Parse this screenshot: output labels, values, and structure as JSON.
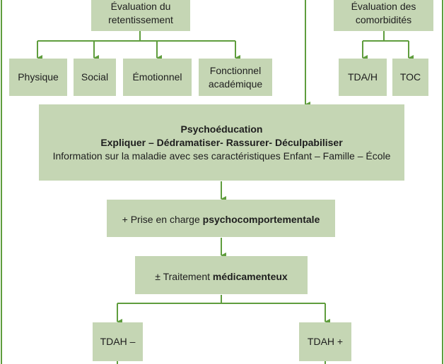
{
  "colors": {
    "box_fill": "#c5d6b4",
    "connector": "#5f9d3d",
    "text": "#1e1e1e",
    "background": "#ffffff"
  },
  "boxes": {
    "retentissement": {
      "line1": "Évaluation du",
      "line2": "retentissement"
    },
    "comorbidites": {
      "line1": "Évaluation des",
      "line2": "comorbidités"
    },
    "physique": "Physique",
    "social": "Social",
    "emotionnel": "Émotionnel",
    "fonctionnel": {
      "line1": "Fonctionnel",
      "line2": "académique"
    },
    "tdah_slash": "TDA/H",
    "toc": "TOC",
    "psychoeducation": {
      "title": "Psychoéducation",
      "subtitle": "Expliquer – Dédramatiser- Rassurer- Déculpabiliser",
      "description": "Information sur la maladie avec ses caractéristiques Enfant – Famille – École"
    },
    "prise_en_charge": {
      "prefix": "+ Prise en charge ",
      "bold": "psychocomportementale"
    },
    "traitement": {
      "prefix": "± Traitement ",
      "bold": "médicamenteux"
    },
    "tdah_minus": "TDAH –",
    "tdah_plus": "TDAH +"
  }
}
